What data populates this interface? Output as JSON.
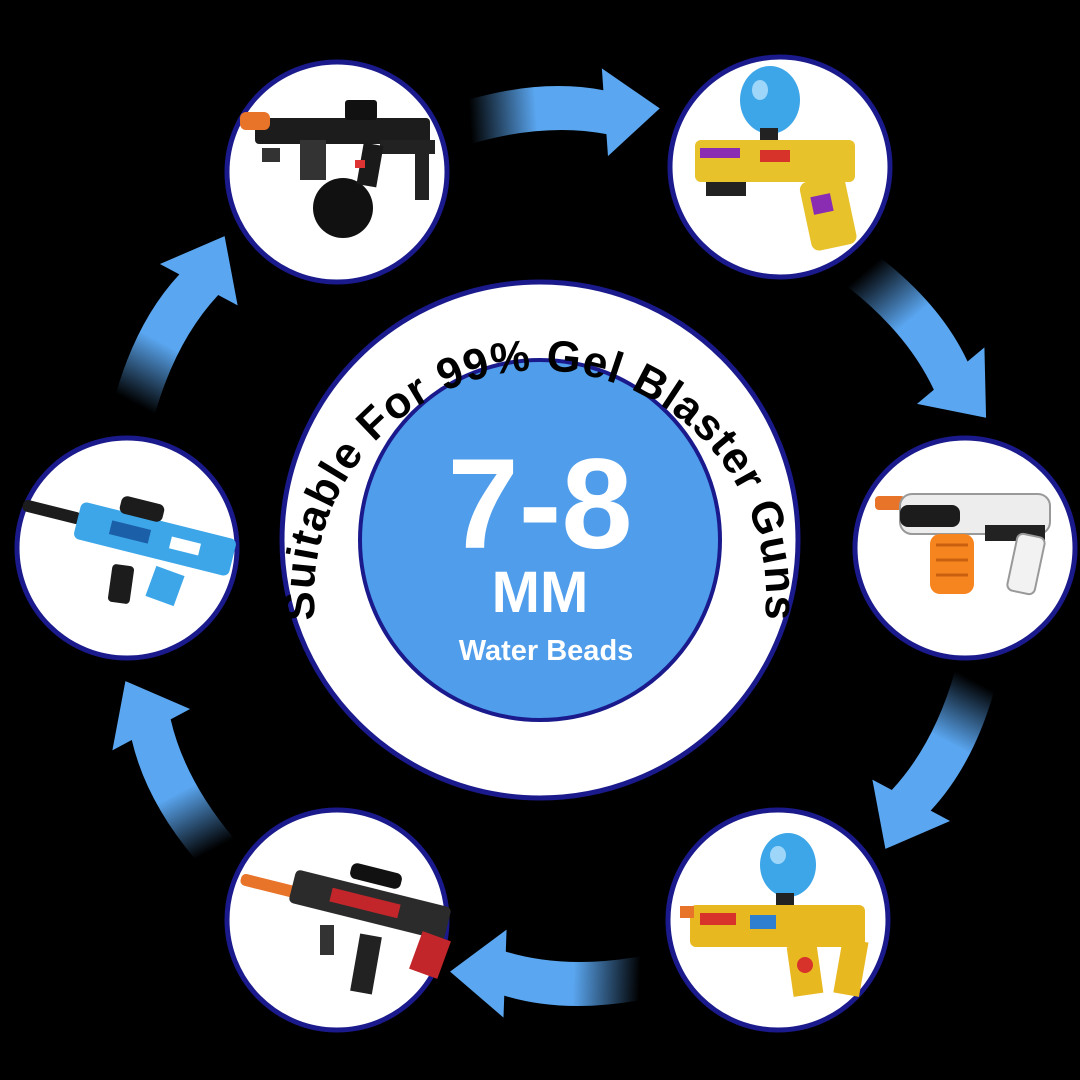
{
  "ring_text": "Suitable For 99% Gel Blaster Guns",
  "center": {
    "size": "7-8",
    "unit": "MM",
    "product": "Water Beads"
  },
  "products": [
    {
      "name": "black-drum-mag-blaster"
    },
    {
      "name": "graffiti-pistol-blaster"
    },
    {
      "name": "white-orange-blaster"
    },
    {
      "name": "yellow-graffiti-smg-blaster"
    },
    {
      "name": "red-graffiti-rifle-blaster"
    },
    {
      "name": "blue-camo-rifle-blaster"
    }
  ],
  "colors": {
    "background": "#000000",
    "arrow": "#5AA6F0",
    "ring_border": "#1A1A8C",
    "center_fill": "#4F9DEB",
    "circle_fill": "#FFFFFF"
  }
}
